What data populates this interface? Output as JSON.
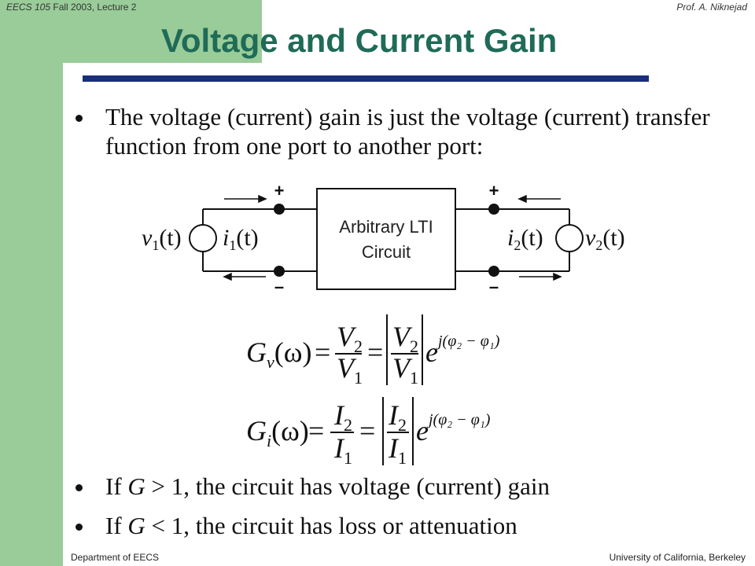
{
  "header": {
    "course_code": "EECS 105",
    "course_rest": " Fall 2003, Lecture 2",
    "author": "Prof. A. Niknejad"
  },
  "title": "Voltage and Current Gain",
  "bullets": {
    "first": "The voltage (current) gain is just the voltage (current) transfer function from one port to another port:",
    "second_pre": "If ",
    "second_var": "G",
    "second_post": " > 1, the circuit has voltage (current) gain",
    "third_pre": "If ",
    "third_var": "G",
    "third_post": " < 1, the circuit has loss or attenuation"
  },
  "circuit": {
    "box_line1": "Arbitrary LTI",
    "box_line2": "Circuit",
    "plus": "+",
    "minus": "–",
    "v1": "v",
    "i1": "i",
    "i2": "i",
    "v2": "v",
    "sub1": "1",
    "sub2": "2",
    "arg": "(t)"
  },
  "equations": {
    "gv_lhs": "G",
    "gv_sub": "v",
    "gi_lhs": "G",
    "gi_sub": "i",
    "omega": "(ω)",
    "equals": "=",
    "V": "V",
    "I": "I",
    "sub1": "1",
    "sub2": "2",
    "exp_base": "e",
    "exponent": "j(φ₂ − φ₁)"
  },
  "footer": {
    "left": "Department of EECS",
    "right": "University of California, Berkeley"
  }
}
